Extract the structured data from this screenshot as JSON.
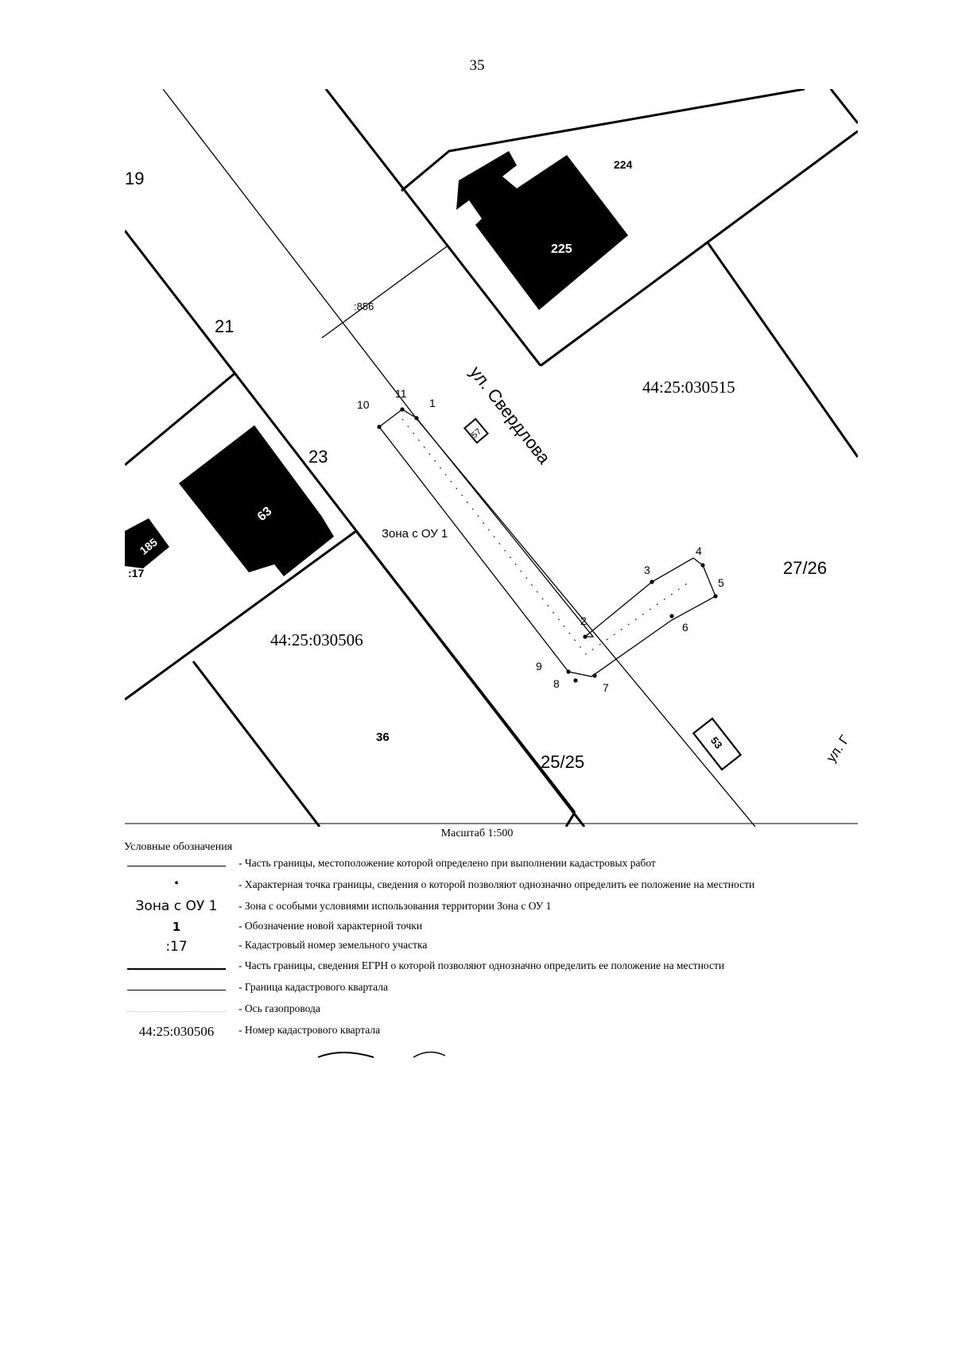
{
  "page_number": "35",
  "map": {
    "street_sverdlova": "ул. Свердлова",
    "street_partial": "ул. Г",
    "zone_label": "Зона с ОУ 1",
    "quarter_main": "44:25:030515",
    "quarter_sw": "44:25:030506",
    "parcel_labels": {
      "p19": "19",
      "p21": "21",
      "p23": "23",
      "p27_26": "27/26",
      "p25_25": "25/25",
      "p224": "224",
      "p856": ":856",
      "p17": ":17",
      "p36": "36"
    },
    "building_labels": {
      "b225": "225",
      "b63": "63",
      "b185": "185",
      "b57": ":57",
      "b53": "53"
    },
    "points": [
      "1",
      "2",
      "3",
      "4",
      "5",
      "6",
      "7",
      "8",
      "9",
      "10",
      "11"
    ]
  },
  "scale_text": "Масштаб 1:500",
  "legend": {
    "title": "Условные обозначения",
    "items": [
      {
        "symbol": "",
        "text": "- Часть границы, местоположение которой определено при выполнении кадастровых работ"
      },
      {
        "symbol": "•",
        "text": "- Характерная точка границы, сведения о которой позволяют однозначно определить ее положение на местности"
      },
      {
        "symbol": "Зона с ОУ 1",
        "text": "- Зона с особыми условиями использования территории Зона с ОУ 1"
      },
      {
        "symbol": "1",
        "text": "- Обозначение новой характерной точки"
      },
      {
        "symbol": ":17",
        "text": "- Кадастровый номер земельного участка"
      },
      {
        "symbol": "",
        "text": "- Часть границы, сведения ЕГРН о которой позволяют однозначно определить ее положение на местности"
      },
      {
        "symbol": "",
        "text": "- Граница кадастрового квартала"
      },
      {
        "symbol": "",
        "text": "- Ось газопровода"
      },
      {
        "symbol": "44:25:030506",
        "text": "- Номер кадастрового квартала"
      }
    ]
  }
}
